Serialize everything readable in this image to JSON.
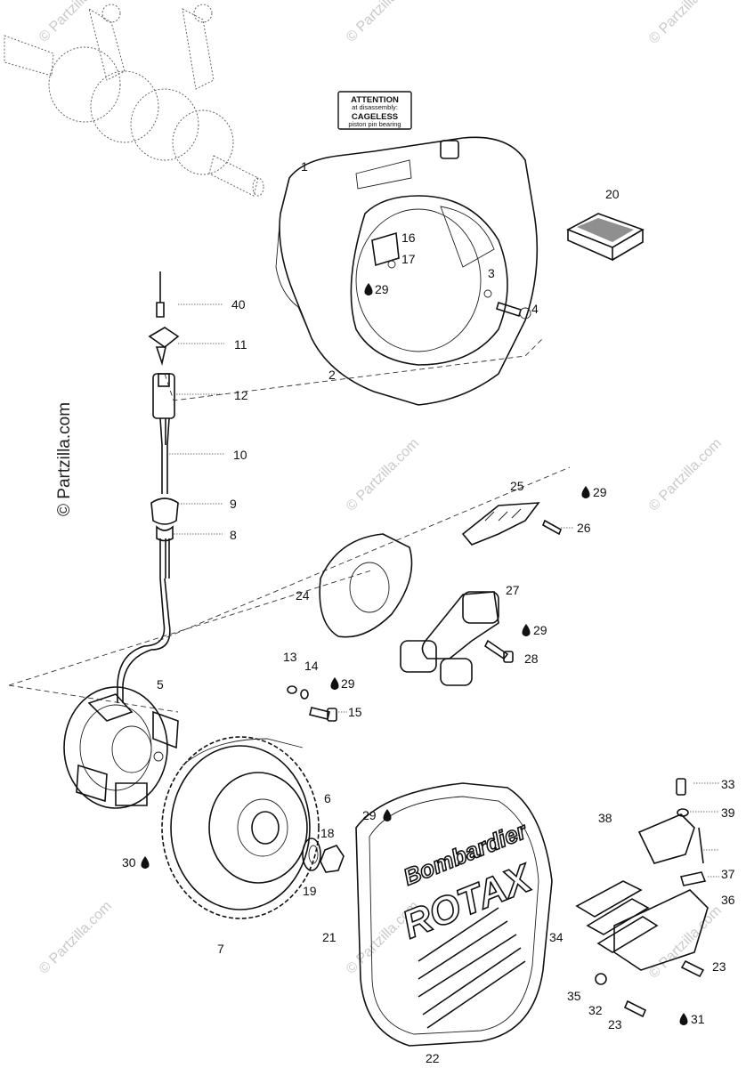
{
  "watermark": {
    "text": "© Partzilla.com",
    "vertical_text": "© Partzilla.com"
  },
  "attention_label": {
    "line1": "ATTENTION",
    "line2": "at disassembly:",
    "line3": "CAGELESS",
    "line4": "piston pin bearing"
  },
  "cover_branding": {
    "line1": "Bombardier",
    "line2": "ROTAX"
  },
  "callouts": [
    {
      "id": "c1",
      "text": "1"
    },
    {
      "id": "c2",
      "text": "2"
    },
    {
      "id": "c3",
      "text": "3"
    },
    {
      "id": "c4",
      "text": "4"
    },
    {
      "id": "c5",
      "text": "5"
    },
    {
      "id": "c6",
      "text": "6"
    },
    {
      "id": "c7",
      "text": "7"
    },
    {
      "id": "c8",
      "text": "8"
    },
    {
      "id": "c9",
      "text": "9"
    },
    {
      "id": "c10",
      "text": "10"
    },
    {
      "id": "c11",
      "text": "11"
    },
    {
      "id": "c12",
      "text": "12"
    },
    {
      "id": "c13",
      "text": "13"
    },
    {
      "id": "c14",
      "text": "14"
    },
    {
      "id": "c15",
      "text": "15"
    },
    {
      "id": "c16",
      "text": "16"
    },
    {
      "id": "c17",
      "text": "17"
    },
    {
      "id": "c18",
      "text": "18"
    },
    {
      "id": "c19",
      "text": "19"
    },
    {
      "id": "c20",
      "text": "20"
    },
    {
      "id": "c21",
      "text": "21"
    },
    {
      "id": "c22",
      "text": "22"
    },
    {
      "id": "c23a",
      "text": "23"
    },
    {
      "id": "c23b",
      "text": "23"
    },
    {
      "id": "c24",
      "text": "24"
    },
    {
      "id": "c25",
      "text": "25"
    },
    {
      "id": "c26",
      "text": "26"
    },
    {
      "id": "c27",
      "text": "27"
    },
    {
      "id": "c28",
      "text": "28"
    },
    {
      "id": "c29a",
      "text": "29"
    },
    {
      "id": "c29b",
      "text": "29"
    },
    {
      "id": "c29c",
      "text": "29"
    },
    {
      "id": "c29d",
      "text": "29"
    },
    {
      "id": "c29e",
      "text": "29"
    },
    {
      "id": "c30",
      "text": "30"
    },
    {
      "id": "c31",
      "text": "31"
    },
    {
      "id": "c32",
      "text": "32"
    },
    {
      "id": "c33",
      "text": "33"
    },
    {
      "id": "c34",
      "text": "34"
    },
    {
      "id": "c35",
      "text": "35"
    },
    {
      "id": "c36",
      "text": "36"
    },
    {
      "id": "c37",
      "text": "37"
    },
    {
      "id": "c38",
      "text": "38"
    },
    {
      "id": "c39",
      "text": "39"
    },
    {
      "id": "c40",
      "text": "40"
    }
  ]
}
